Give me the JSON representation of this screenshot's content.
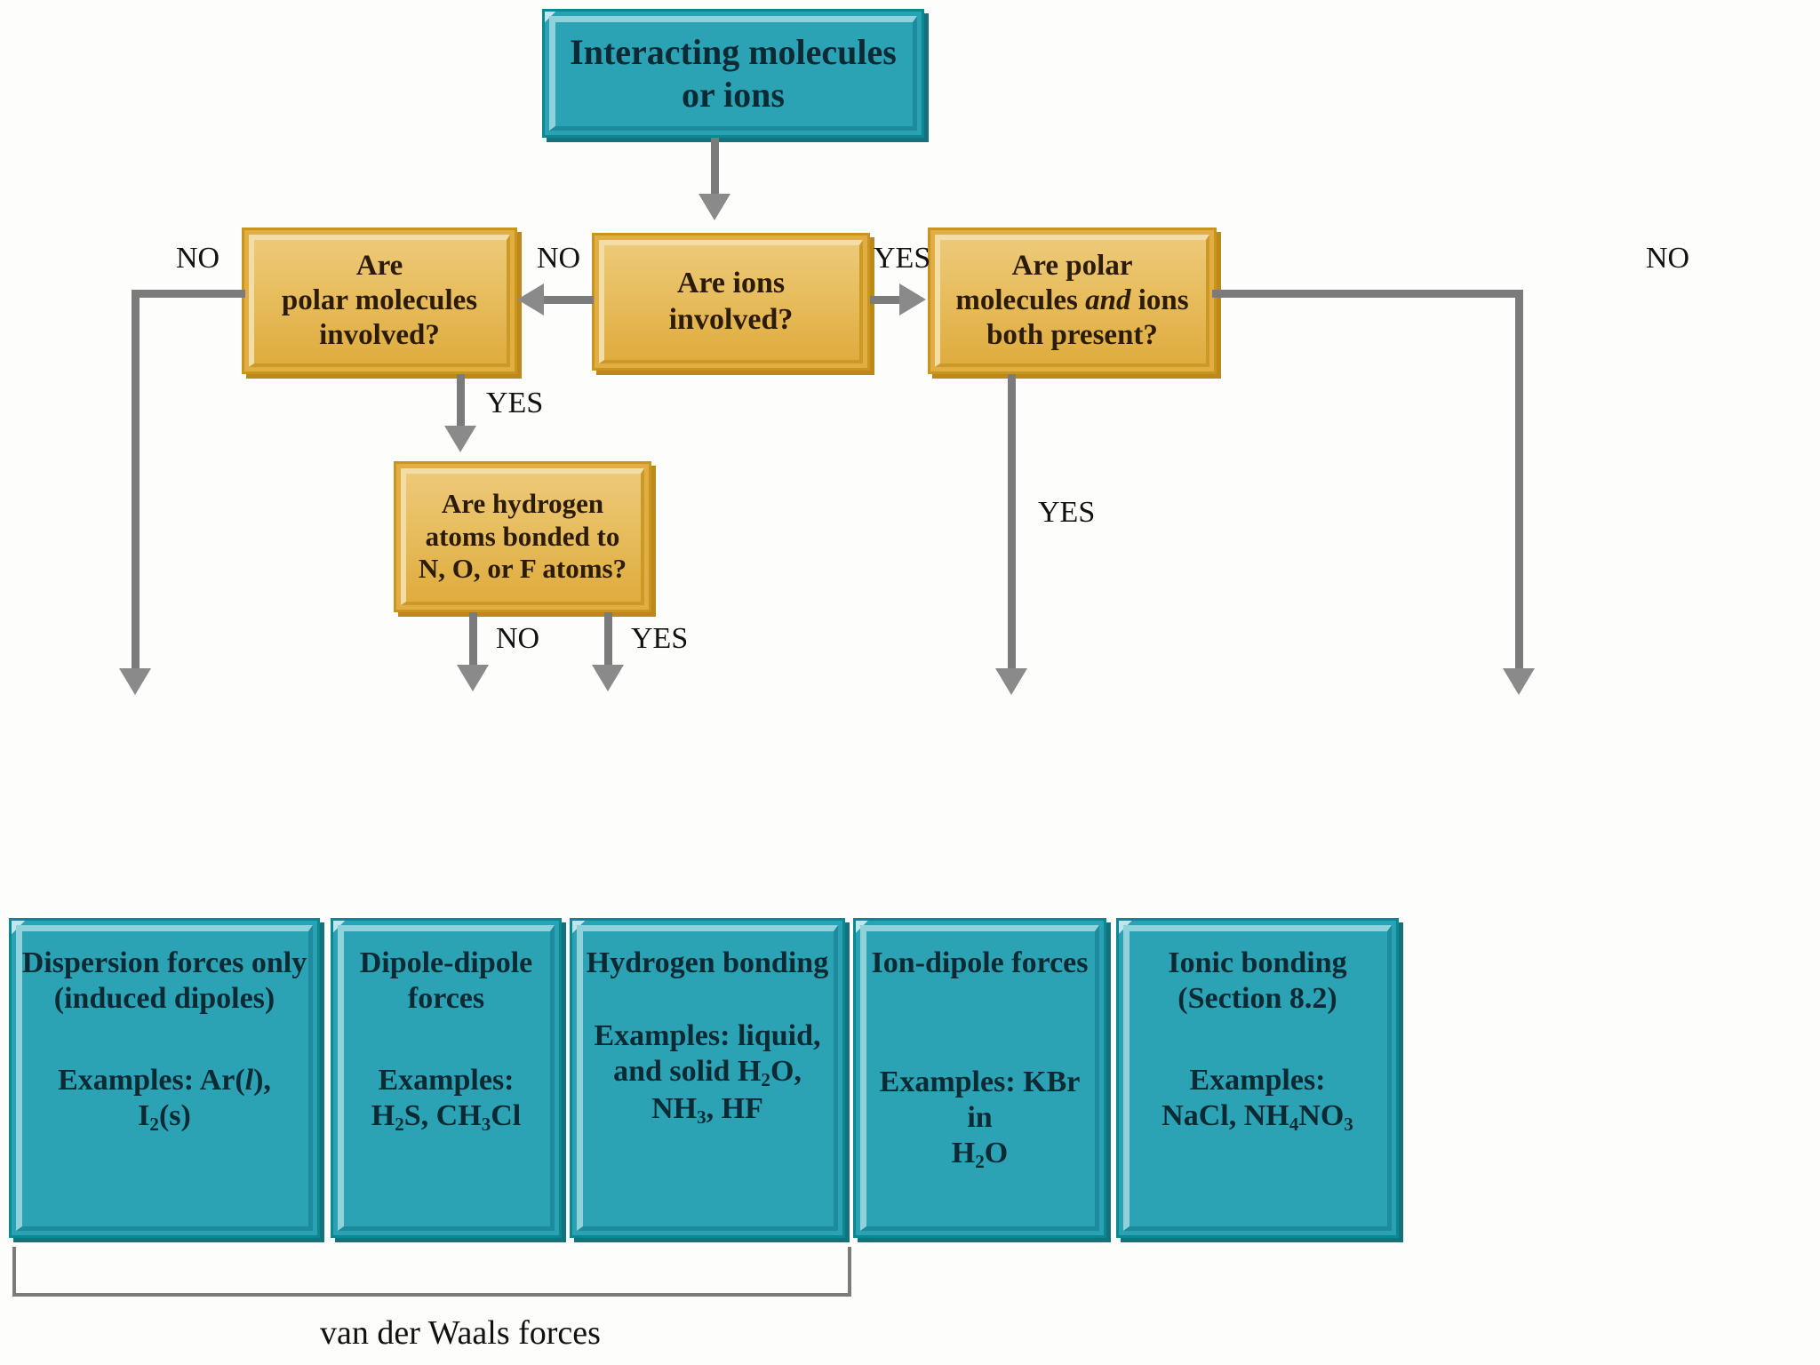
{
  "colors": {
    "teal_fill": "#2ba3b5",
    "teal_border": "#0c8794",
    "gold_fill": "#e7bd5e",
    "gold_border": "#c8951f",
    "connector_gray": "#7b7b7b",
    "text_dark": "#0d2830",
    "background": "#fdfdfb"
  },
  "nodes": {
    "start": {
      "label": "Interacting molecules or ions",
      "line1": "Interacting molecules",
      "line2": "or ions"
    },
    "ions_q": {
      "label": "Are ions involved?",
      "line1": "Are ions",
      "line2": "involved?"
    },
    "polar_q": {
      "label": "Are polar molecules involved?",
      "line1": "Are",
      "line2": "polar molecules",
      "line3": "involved?"
    },
    "polar_and_ions_q": {
      "label": "Are polar molecules and ions both present?",
      "line1": "Are polar",
      "line2a": "molecules ",
      "line2b": "and",
      "line2c": " ions",
      "line3": "both present?"
    },
    "hbond_q": {
      "label": "Are hydrogen atoms bonded to N, O, or F atoms?",
      "line1": "Are hydrogen",
      "line2": "atoms bonded to",
      "line3": "N, O, or F atoms?"
    },
    "dispersion": {
      "title1": "Dispersion forces only",
      "title2": "(induced dipoles)",
      "examples1a": "Examples: Ar(",
      "examples1b": "l",
      "examples1c": "),",
      "examples2_pre": "I",
      "examples2_sub": "2",
      "examples2_post": "(s)"
    },
    "dipole": {
      "title1": "Dipole-dipole",
      "title2": "forces",
      "examples1": "Examples:",
      "ex_h2s_pre": "H",
      "ex_h2s_sub": "2",
      "ex_h2s_post": "S, CH",
      "ex_ch3cl_sub": "3",
      "ex_ch3cl_post": "Cl"
    },
    "hydrogen": {
      "title1": "Hydrogen bonding",
      "examples1": "Examples: liquid,",
      "examples2_pre": "and solid H",
      "examples2_sub": "2",
      "examples2_post": "O,",
      "examples3_pre": "NH",
      "examples3_sub": "3",
      "examples3_post": ", HF"
    },
    "iondipole": {
      "title1": "Ion-dipole forces",
      "examples1": "Examples: KBr in",
      "examples2_pre": "H",
      "examples2_sub": "2",
      "examples2_post": "O"
    },
    "ionic": {
      "title1": "Ionic bonding",
      "title2": "(Section 8.2)",
      "examples1": "Examples:",
      "ex_pre": "NaCl, NH",
      "ex_sub1": "4",
      "ex_mid": "NO",
      "ex_sub2": "3"
    }
  },
  "edge_labels": {
    "no_left_outer": "NO",
    "no_center_left": "NO",
    "yes_center_right": "YES",
    "no_right_outer": "NO",
    "yes_polar_down": "YES",
    "no_hbond": "NO",
    "yes_hbond": "YES",
    "yes_polar_ions": "YES"
  },
  "caption": {
    "van_der_waals": "van der Waals forces"
  }
}
